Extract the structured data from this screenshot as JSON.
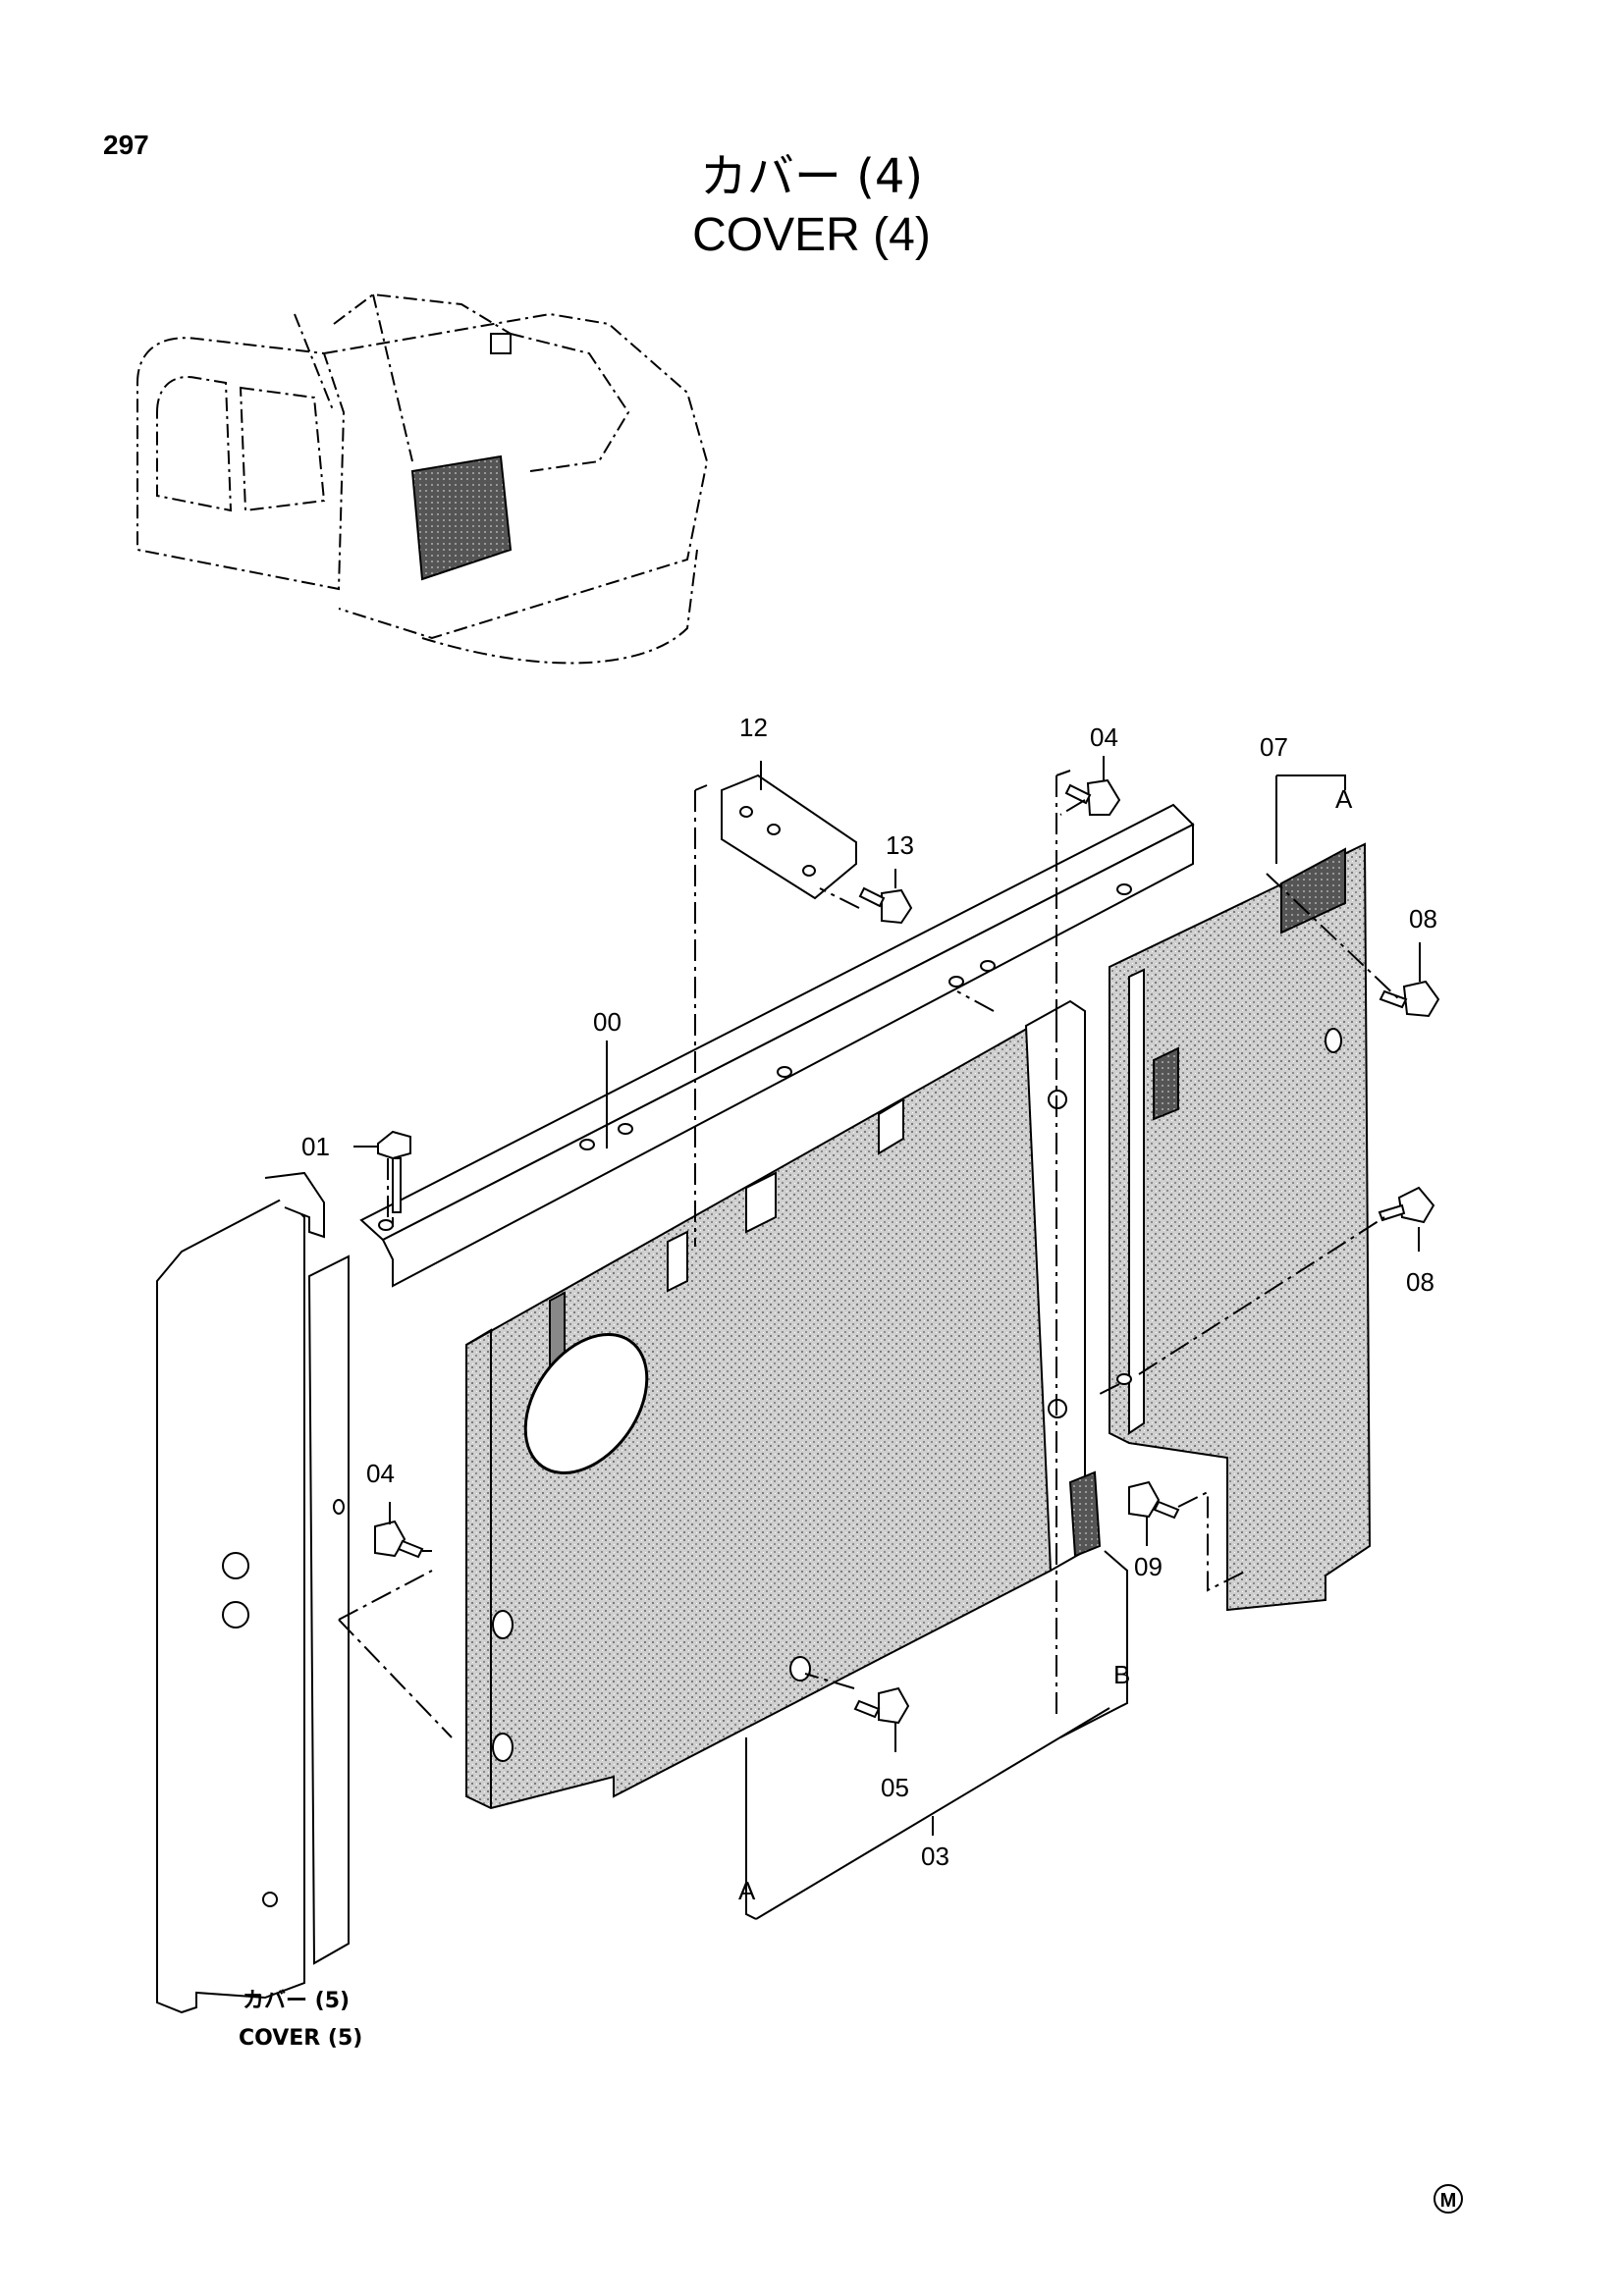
{
  "page": {
    "number": "297"
  },
  "title": {
    "jp": "カバー (4)",
    "en": "COVER (4)"
  },
  "callouts": {
    "c00": "00",
    "c01": "01",
    "c03": "03",
    "c04a": "04",
    "c04b": "04",
    "c05": "05",
    "c07": "07",
    "c08a": "08",
    "c08b": "08",
    "c09": "09",
    "c12": "12",
    "c13": "13",
    "refA1": "A",
    "refA2": "A",
    "refB": "B"
  },
  "note": {
    "jp": "カバー (5)",
    "en": "COVER (5)"
  },
  "mark": "M"
}
